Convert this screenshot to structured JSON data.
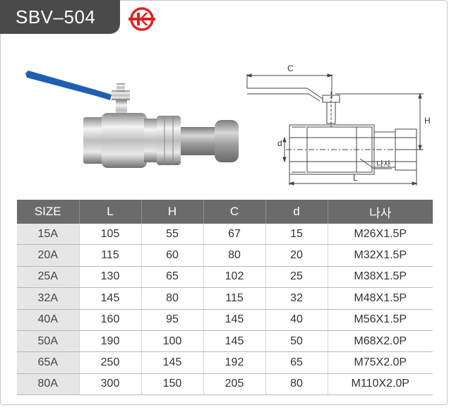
{
  "header": {
    "model": "SBV–504",
    "logo_icon": "k-mark-icon",
    "logo_color": "#e02020",
    "tab_color": "#4a4a4a"
  },
  "drawing": {
    "label_c": "C",
    "label_h": "H",
    "label_d": "d",
    "label_l": "L",
    "label_thread": "나사"
  },
  "table": {
    "columns": [
      "SIZE",
      "L",
      "H",
      "C",
      "d",
      "나사"
    ],
    "rows": [
      [
        "15A",
        "105",
        "55",
        "67",
        "15",
        "M26X1.5P"
      ],
      [
        "20A",
        "115",
        "60",
        "80",
        "20",
        "M32X1.5P"
      ],
      [
        "25A",
        "130",
        "65",
        "102",
        "25",
        "M38X1.5P"
      ],
      [
        "32A",
        "145",
        "80",
        "115",
        "32",
        "M48X1.5P"
      ],
      [
        "40A",
        "160",
        "95",
        "145",
        "40",
        "M56X1.5P"
      ],
      [
        "50A",
        "190",
        "100",
        "145",
        "50",
        "M68X2.0P"
      ],
      [
        "65A",
        "250",
        "145",
        "192",
        "65",
        "M75X2.0P"
      ],
      [
        "80A",
        "300",
        "150",
        "205",
        "80",
        "M110X2.0P"
      ]
    ]
  }
}
